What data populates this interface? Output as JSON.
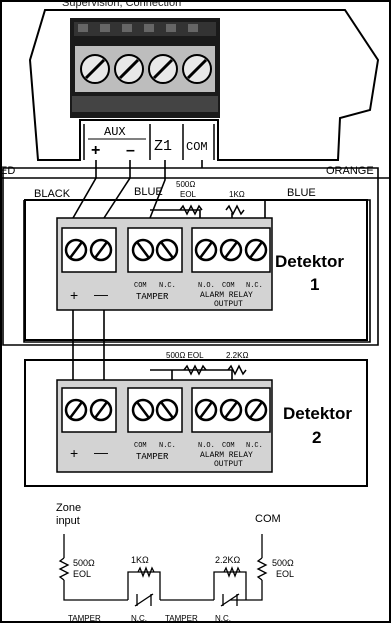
{
  "top_caption": "Supervision, Connection",
  "panel": {
    "aux_label": "AUX",
    "plus": "+",
    "minus": "–",
    "z1": "Z1",
    "com": "COM"
  },
  "wire_colors": {
    "left_edge": "ED",
    "orange": "ORANGE",
    "black": "BLACK",
    "blue_1": "BLUE",
    "blue_2": "BLUE"
  },
  "detector1": {
    "title": "Detektor",
    "number": "1",
    "resistor_eol": "500Ω",
    "resistor_eol_sub": "EOL",
    "resistor_k": "1KΩ",
    "plus": "+",
    "minus": "—",
    "tamper_com": "COM",
    "tamper_nc": "N.C.",
    "tamper_label": "TAMPER",
    "relay_no": "N.O.",
    "relay_com": "COM",
    "relay_nc": "N.C.",
    "relay_label_1": "ALARM RELAY",
    "relay_label_2": "OUTPUT"
  },
  "detector2": {
    "title": "Detektor",
    "number": "2",
    "resistor_eol": "500Ω EOL",
    "resistor_k": "2.2KΩ",
    "plus": "+",
    "minus": "—",
    "tamper_com": "COM",
    "tamper_nc": "N.C.",
    "tamper_label": "TAMPER",
    "relay_no": "N.O.",
    "relay_com": "COM",
    "relay_nc": "N.C.",
    "relay_label_1": "ALARM RELAY",
    "relay_label_2": "OUTPUT"
  },
  "schematic": {
    "zone_input_1": "Zone",
    "zone_input_2": "input",
    "com": "COM",
    "r1_value": "500Ω",
    "r1_sub": "EOL",
    "r2_value": "1KΩ",
    "r3_value": "2.2KΩ",
    "r4_value": "500Ω",
    "r4_sub": "EOL",
    "bottom_tamper_1": "TAMPER",
    "bottom_nc_1": "N.C.",
    "bottom_tamper_2": "TAMPER",
    "bottom_nc_2": "N.C."
  }
}
